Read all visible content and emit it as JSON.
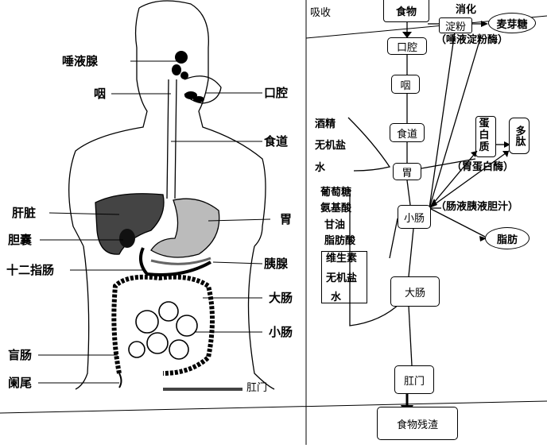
{
  "body_labels": {
    "salivary_gland": "唾液腺",
    "pharynx": "咽",
    "oral_cavity": "口腔",
    "esophagus": "食道",
    "liver": "肝脏",
    "gallbladder": "胆囊",
    "stomach": "胃",
    "duodenum": "十二指肠",
    "pancreas": "胰腺",
    "large_intestine": "大肠",
    "small_intestine": "小肠",
    "cecum": "盲肠",
    "appendix": "阑尾",
    "anus": "肛门"
  },
  "flow": {
    "absorb": "吸收",
    "food": "食物",
    "digest": "消化",
    "starch": "淀粉",
    "maltose": "麦芽糖",
    "saliva_amylase": "（唾液淀粉酶）",
    "mouth": "口腔",
    "pharynx": "咽",
    "esophagus": "食道",
    "stomach": "胃",
    "small_intestine": "小肠",
    "large_intestine": "大肠",
    "anus": "肛门",
    "residue": "食物残渣",
    "protein": "蛋白质",
    "polypeptide": "多肽",
    "pepsin": "（胃蛋白酶）",
    "enzymes_si": "（肠液胰液胆汁）",
    "fat": "脂肪",
    "alcohol": "酒精",
    "minerals": "无机盐",
    "water": "水",
    "glucose": "葡萄糖",
    "amino_acids": "氨基酸",
    "glycerol": "甘油",
    "fatty_acids": "脂肪酸",
    "vitamins": "维生素",
    "minerals2": "无机盐",
    "water2": "水"
  }
}
